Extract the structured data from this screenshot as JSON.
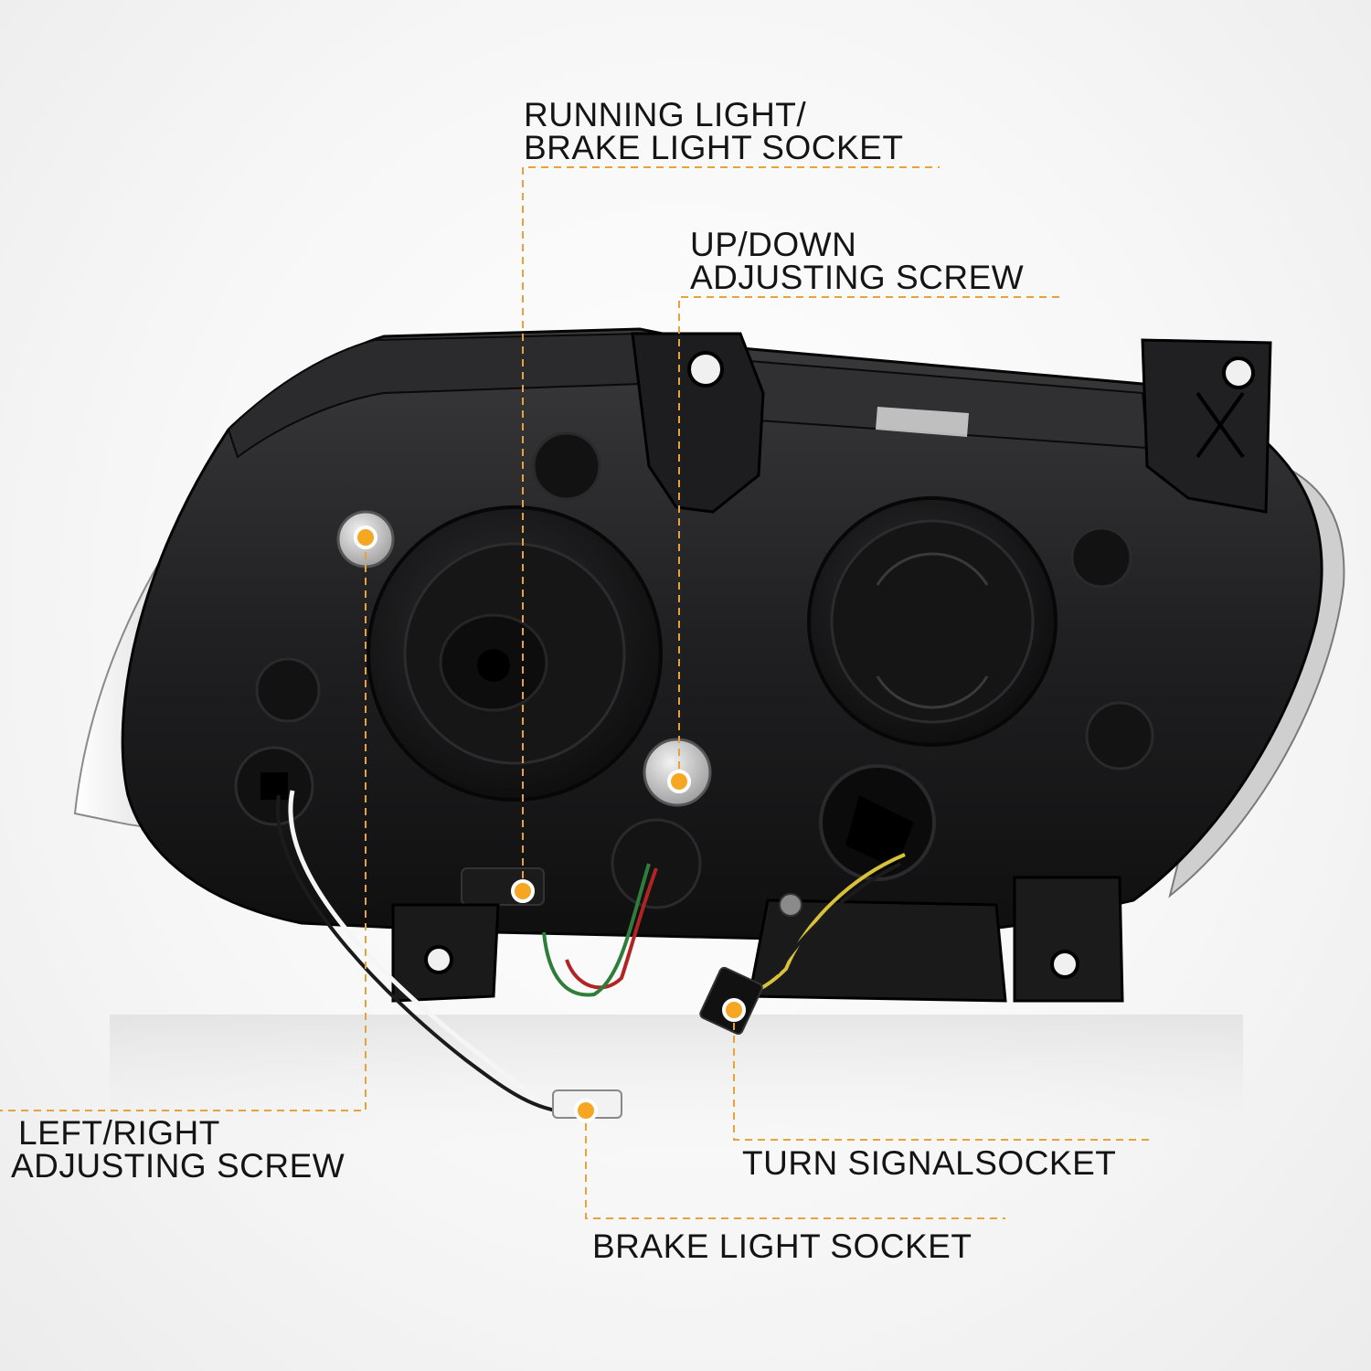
{
  "callouts": {
    "running_brake_socket": {
      "line1": "RUNNING LIGHT/",
      "line2": "BRAKE LIGHT SOCKET"
    },
    "up_down_screw": {
      "line1": "UP/DOWN",
      "line2": "ADJUSTING SCREW"
    },
    "left_right_screw": {
      "line1": "LEFT/RIGHT",
      "line2": "ADJUSTING SCREW"
    },
    "turn_signal_socket": {
      "line1": "TURN SIGNALSOCKET"
    },
    "brake_light_socket": {
      "line1": "BRAKE LIGHT SOCKET"
    }
  },
  "colors": {
    "leader_line": "#e8a23a",
    "marker_fill": "#f5a623",
    "housing": "#1a1a1b",
    "background": "#f6f6f6"
  }
}
